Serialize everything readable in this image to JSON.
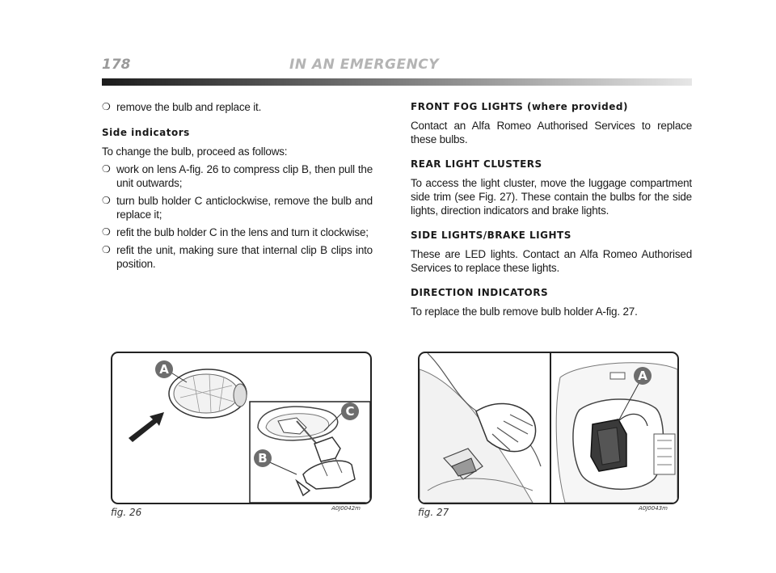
{
  "header": {
    "page_number": "178",
    "section_title": "IN AN EMERGENCY"
  },
  "left_column": {
    "intro_bullet": "remove the bulb and replace it.",
    "side_indicators": {
      "heading": "Side indicators",
      "intro": "To change the bulb, proceed as follows:",
      "steps": [
        "work on lens A-fig. 26 to compress clip B, then pull the unit outwards;",
        "turn bulb holder C anticlockwise, remove the bulb and replace it;",
        "refit the bulb holder C in the lens and turn it clockwise;",
        "refit the unit, making sure that internal clip B clips into position."
      ]
    }
  },
  "right_column": {
    "fog": {
      "heading": "FRONT FOG LIGHTS (where provided)",
      "text": "Contact an Alfa Romeo Authorised Services to replace these bulbs."
    },
    "rear": {
      "heading": "REAR LIGHT CLUSTERS",
      "text": "To access the light cluster, move the luggage compartment side trim (see Fig. 27). These contain the bulbs for the side lights, direction indicators and brake lights."
    },
    "side_brake": {
      "heading": "SIDE LIGHTS/BRAKE LIGHTS",
      "text": "These are LED lights. Contact an Alfa Romeo Authorised Services to replace these lights."
    },
    "direction": {
      "heading": "DIRECTION INDICATORS",
      "text": "To replace the bulb remove bulb holder A-fig. 27."
    }
  },
  "figures": [
    {
      "caption": "fig. 26",
      "code": "A0J0042m",
      "callouts": [
        "A",
        "C",
        "B"
      ]
    },
    {
      "caption": "fig. 27",
      "code": "A0J0043m",
      "callouts": [
        "A"
      ]
    }
  ],
  "colors": {
    "callout_fill": "#6d6d6d",
    "text": "#1a1a1a",
    "header_gray": "#b4b4b4"
  }
}
